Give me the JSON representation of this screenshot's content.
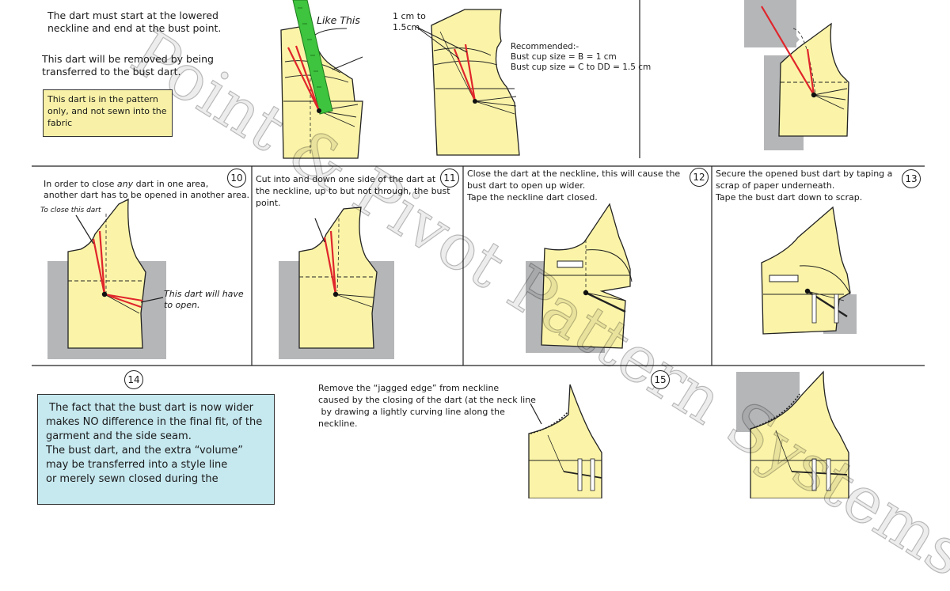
{
  "colors": {
    "pattern": "#fbf4a8",
    "scrap": "#b5b6b8",
    "dart": "#e0252b",
    "ruler": "#3ec43e",
    "callout": "#c6e8ef",
    "note": "#f7f0a6"
  },
  "top": {
    "p1_line1": "The dart must start at the lowered",
    "p1_line2": "neckline and end at the bust point.",
    "p2_line1": "This dart will be removed by being",
    "p2_line2": "transferred to the bust dart.",
    "note_lines": [
      "This dart is in the pattern",
      "only, and not sewn into the",
      "fabric"
    ],
    "like_this": "Like This",
    "measure_line1": "1 cm to",
    "measure_line2": "1.5cm",
    "recommended": "Recommended:-",
    "bust_b": "Bust cup size = B = 1 cm",
    "bust_c": "Bust cup size = C to DD = 1.5 cm"
  },
  "steps": {
    "s10": {
      "num": "10",
      "line1_pre": "In order to close ",
      "line1_em": "any",
      "line1_post": " dart in one area,",
      "line2": "another dart has to be opened in another area.",
      "to_close": "To close this dart",
      "open1": "This dart will have",
      "open2": "to open."
    },
    "s11": {
      "num": "11",
      "line1": "Cut into and down one side of the dart at",
      "line2": "the neckline, up to but not through, the bust",
      "line3": "point."
    },
    "s12": {
      "num": "12",
      "line1": "Close the dart at the neckline, this will cause the",
      "line2": "bust dart to open up wider.",
      "line3": "Tape the neckline dart closed."
    },
    "s13": {
      "num": "13",
      "line1": "Secure the opened bust dart by taping a",
      "line2": "scrap of paper underneath.",
      "line3": "Tape the bust dart down to scrap."
    },
    "s14": {
      "num": "14",
      "callout_lines": [
        " The fact that the bust dart is now wider",
        "makes NO difference in the final fit, of the",
        "garment and the side seam.",
        "The bust dart, and the extra “volume”",
        "may be transferred into a style line",
        "or merely sewn closed during the"
      ]
    },
    "s15": {
      "num": "15",
      "line1": "Remove the “jagged edge” from neckline",
      "line2": "caused by the closing of the dart (at the neck line",
      "line3": " by drawing a lightly curving line along the",
      "line4": "neckline."
    }
  },
  "watermark": "Point & Pivot Pattern Systems"
}
